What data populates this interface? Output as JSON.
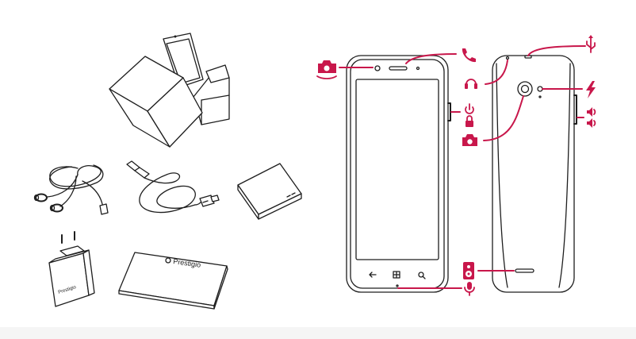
{
  "diagram": {
    "accent_color": "#c8174b",
    "line_color": "#1e1e1e",
    "brand_text": "Prestigio",
    "package_items": [
      {
        "name": "phone-in-box",
        "icon": "box-with-phone-icon"
      },
      {
        "name": "headset",
        "icon": "headset-icon"
      },
      {
        "name": "usb-cable",
        "icon": "usb-cable-icon"
      },
      {
        "name": "battery",
        "icon": "battery-icon"
      },
      {
        "name": "charger",
        "icon": "charger-icon"
      },
      {
        "name": "user-manual",
        "icon": "manual-icon"
      }
    ],
    "front_callouts": [
      {
        "name": "front-camera",
        "icon": "front-camera-icon"
      },
      {
        "name": "earpiece",
        "icon": "phone-handset-icon"
      },
      {
        "name": "power-lock-key",
        "icon": "power-icon"
      },
      {
        "name": "microphone",
        "icon": "microphone-icon"
      }
    ],
    "back_callouts": [
      {
        "name": "usb-port",
        "icon": "usb-icon"
      },
      {
        "name": "headphone-jack",
        "icon": "headphones-icon"
      },
      {
        "name": "flash",
        "icon": "flash-icon"
      },
      {
        "name": "volume-keys",
        "icon": "volume-icon"
      },
      {
        "name": "rear-camera",
        "icon": "camera-icon"
      },
      {
        "name": "loudspeaker",
        "icon": "speaker-icon"
      }
    ]
  }
}
